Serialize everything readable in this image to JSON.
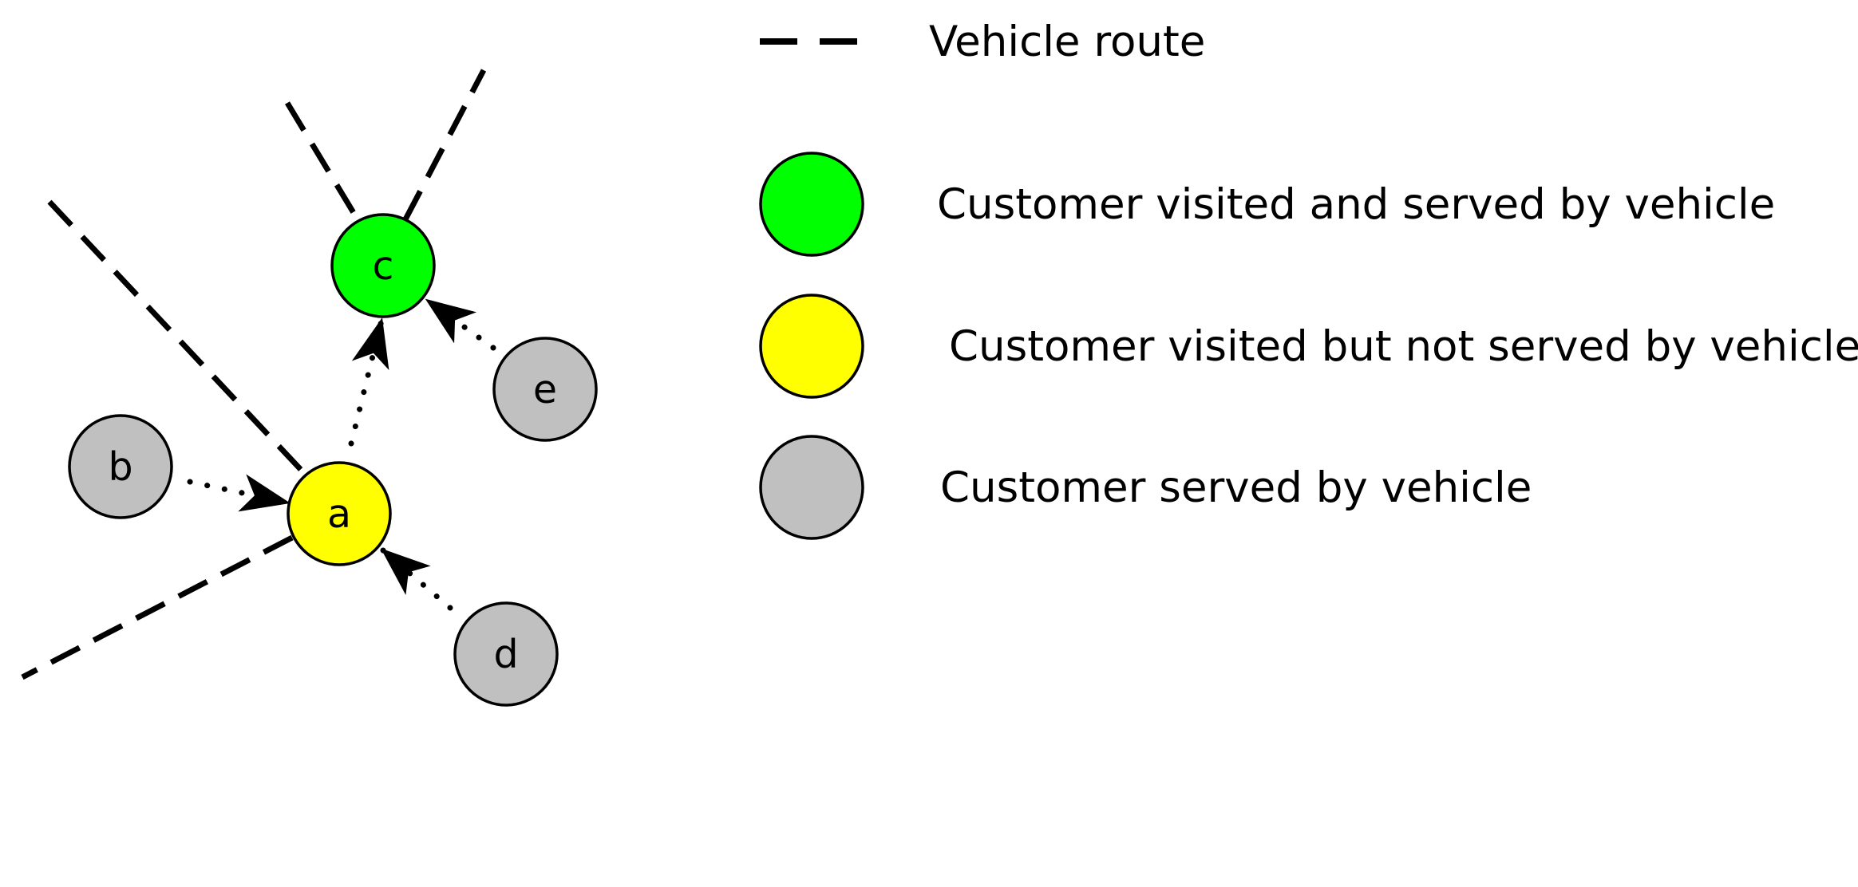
{
  "colors": {
    "visited_served": "#00ff00",
    "visited_not_served": "#ffff00",
    "served_only": "#c0c0c0",
    "route": "#000000"
  },
  "nodes": {
    "a": {
      "label": "a",
      "role": "visited_not_served"
    },
    "b": {
      "label": "b",
      "role": "served_only"
    },
    "c": {
      "label": "c",
      "role": "visited_served"
    },
    "d": {
      "label": "d",
      "role": "served_only"
    },
    "e": {
      "label": "e",
      "role": "served_only"
    }
  },
  "legend": {
    "route": "Vehicle route",
    "visited_served": "Customer visited and served by vehicle",
    "visited_not_served": "Customer visited but not served by vehicle",
    "served_only": "Customer served by vehicle"
  }
}
